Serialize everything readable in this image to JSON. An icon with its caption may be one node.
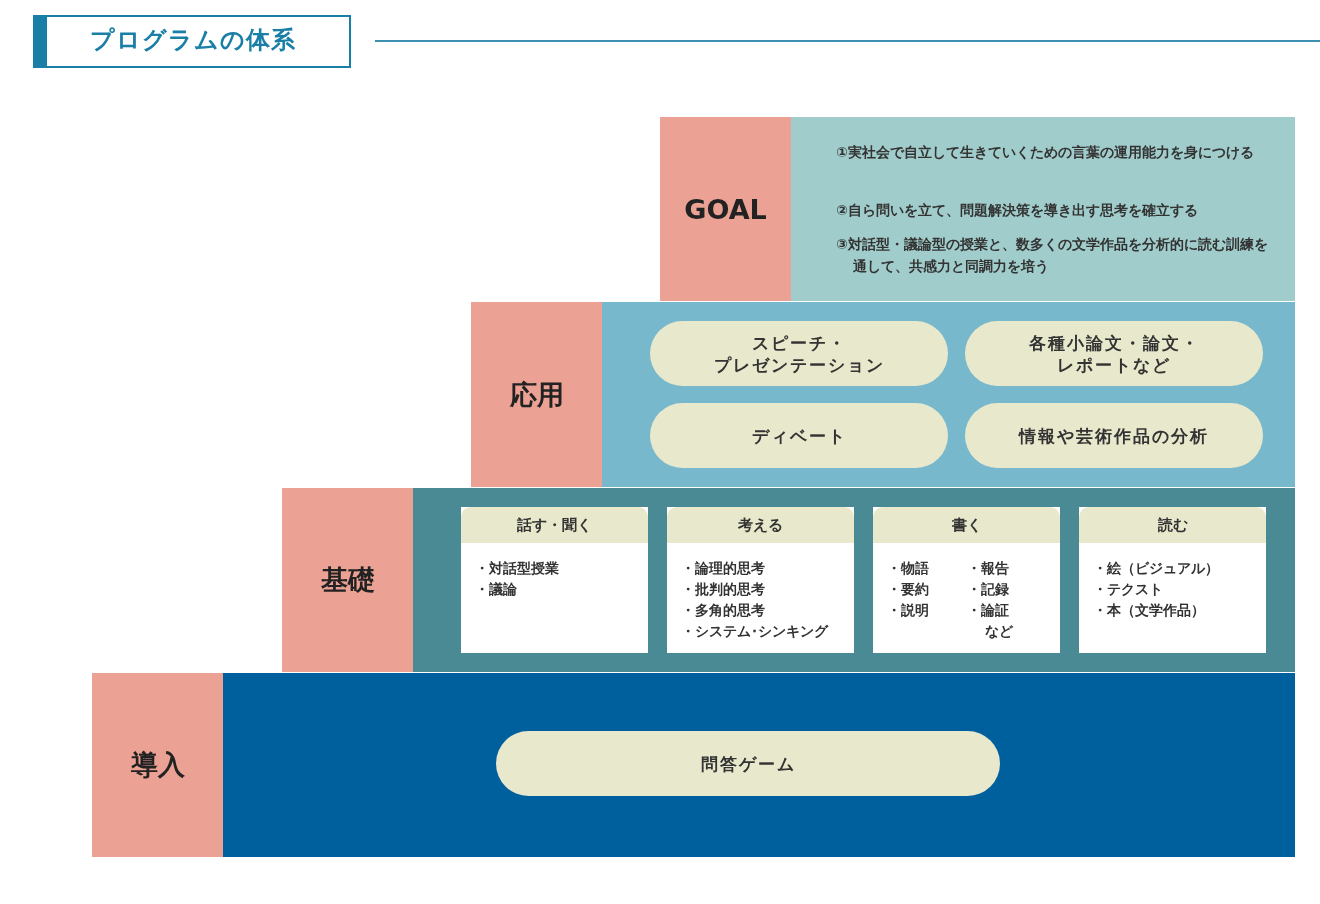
{
  "diagram": {
    "title": "プログラムの体系",
    "nodes": [
      {
        "text": [
          "GOAL",
          "①実社会で自立して生きていくための言葉の運用能力を身につける",
          "②自ら問いを立て、問題解決策を導き出す思考を確立する",
          "③対話型・議論型の授業と、数多くの文学作品を分析的に読む訓練を通して、共感力と同調力を培う"
        ]
      },
      {
        "text": [
          "応用"
        ]
      },
      {
        "text": [
          "スピーチ・プレゼンテーション"
        ],
        "in": 1
      },
      {
        "text": [
          "各種小論文・論文・レポートなど"
        ],
        "in": 1
      },
      {
        "text": [
          "ディベート"
        ],
        "in": 1
      },
      {
        "text": [
          "情報や芸術作品の分析"
        ],
        "in": 1
      },
      {
        "text": [
          "基礎"
        ]
      },
      {
        "text": [
          "話す・聞く",
          "・対話型授業",
          "・議論"
        ],
        "in": 6
      },
      {
        "text": [
          "考える",
          "・論理的思考",
          "・批判的思考",
          "・多角的思考",
          "・システム･シンキング"
        ],
        "in": 6
      },
      {
        "text": [
          "書く",
          "・物語",
          "・要約",
          "・説明",
          "・報告",
          "・記録",
          "・論証",
          "など"
        ],
        "in": 6
      },
      {
        "text": [
          "読む",
          "・絵（ビジュアル）",
          "・テクスト",
          "・本（文学作品）"
        ],
        "in": 6
      },
      {
        "text": [
          "導入"
        ]
      },
      {
        "text": [
          "問答ゲーム"
        ],
        "in": 11
      }
    ],
    "edges": []
  }
}
